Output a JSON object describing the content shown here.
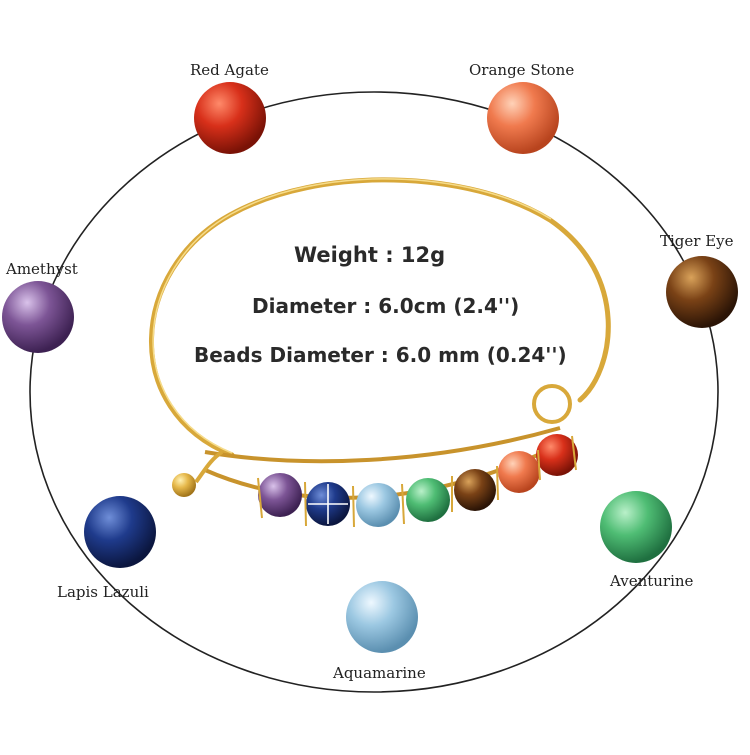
{
  "specs": {
    "weight": "Weight : 12g",
    "diameter": "Diameter : 6.0cm (2.4'')",
    "beads_diameter": "Beads Diameter : 6.0 mm (0.24'')"
  },
  "stones": [
    {
      "name": "Red Agate",
      "color": "#d8301a"
    },
    {
      "name": "Orange Stone",
      "color": "#f07a4e"
    },
    {
      "name": "Tiger Eye",
      "color": "#7a4216"
    },
    {
      "name": "Amethyst",
      "color": "#7d5596"
    },
    {
      "name": "Lapis Lazuli",
      "color": "#1f3b8c"
    },
    {
      "name": "Aquamarine",
      "color": "#9cc8e2"
    },
    {
      "name": "Aventurine",
      "color": "#4fbd74"
    }
  ],
  "bangle_color": "#d8a83a"
}
